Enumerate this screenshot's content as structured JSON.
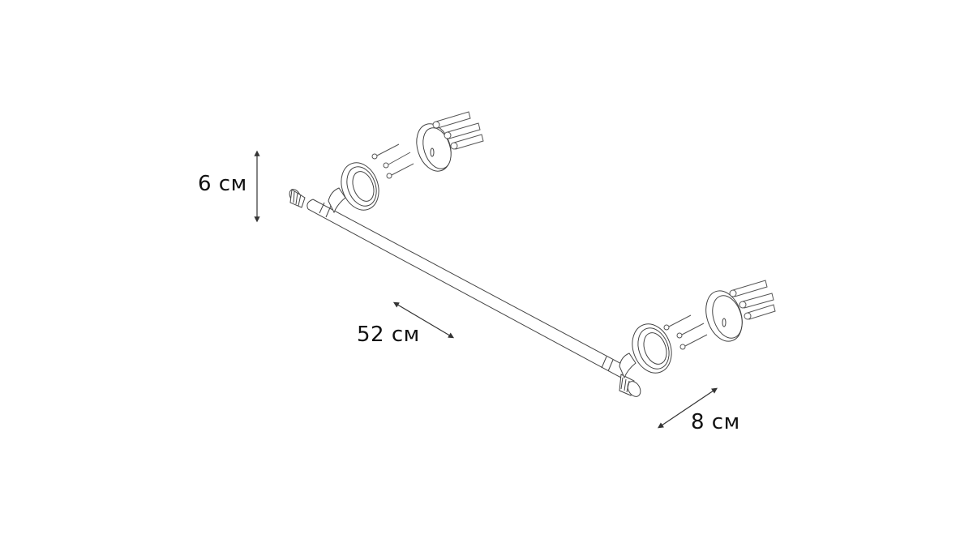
{
  "diagram": {
    "subject": "towel bar",
    "dimensions": {
      "height": "6 см",
      "length": "52 см",
      "depth": "8 см"
    },
    "colors": {
      "line": "#333333",
      "text": "#111111",
      "background": "#ffffff"
    }
  }
}
